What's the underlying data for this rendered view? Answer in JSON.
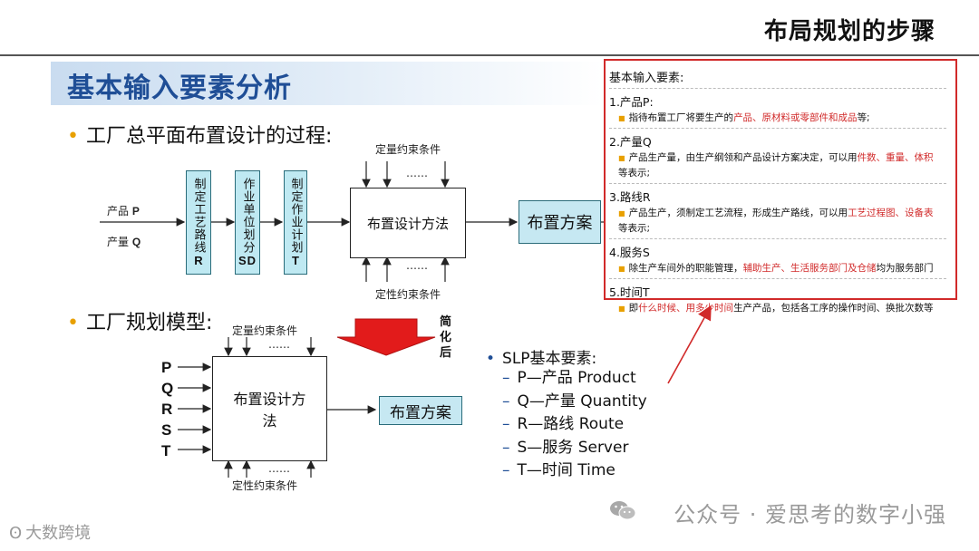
{
  "header": {
    "title": "布局规划的步骤"
  },
  "section": {
    "title": "基本输入要素分析"
  },
  "bullets": {
    "process": "工厂总平面布置设计的过程:",
    "model": "工厂规划模型:"
  },
  "process_diagram": {
    "input_product": "产品",
    "input_product_letter": "P",
    "input_quantity": "产量",
    "input_quantity_letter": "Q",
    "steps": [
      {
        "text": "制定工艺路线",
        "code": "R"
      },
      {
        "text": "作业单位划分",
        "code": "SD"
      },
      {
        "text": "制定作业计划",
        "code": "T"
      }
    ],
    "top_constraint": "定量约束条件",
    "bottom_constraint": "定性约束条件",
    "ellipsis": "……",
    "method": "布置设计方法",
    "result": "布置方案"
  },
  "model_diagram": {
    "inputs": [
      "P",
      "Q",
      "R",
      "S",
      "T"
    ],
    "top_constraint": "定量约束条件",
    "bottom_constraint": "定性约束条件",
    "ellipsis": "……",
    "method_line1": "布置设计方",
    "method_line2": "法",
    "result": "布置方案",
    "simplified_label": "简化后"
  },
  "slp": {
    "title": "SLP基本要素:",
    "items": [
      "P—产品 Product",
      "Q—产量 Quantity",
      "R—路线 Route",
      "S—服务 Server",
      "T—时间 Time"
    ]
  },
  "panel": {
    "title": "基本输入要素:",
    "sections": [
      {
        "head": "1.产品P:",
        "lines": [
          {
            "pre": "指待布置工厂将要生产的",
            "red": "产品、原材料或零部件和成品",
            "post": "等;"
          }
        ]
      },
      {
        "head": "2.产量Q",
        "lines": [
          {
            "pre": "产品生产量，由生产纲领和产品设计方案决定，可以用",
            "red": "件数、重量、体积",
            "post": ""
          },
          {
            "pre": "等表示;",
            "red": "",
            "post": ""
          }
        ]
      },
      {
        "head": "3.路线R",
        "lines": [
          {
            "pre": "产品生产，须制定工艺流程，形成生产路线，可以用",
            "red": "工艺过程图、设备表",
            "post": ""
          },
          {
            "pre": "等表示;",
            "red": "",
            "post": ""
          }
        ]
      },
      {
        "head": "4.服务S",
        "lines": [
          {
            "pre": "除生产车间外的职能管理，",
            "red": "辅助生产、生活服务部门及仓储",
            "post": "均为服务部门"
          }
        ]
      },
      {
        "head": "5.时间T",
        "lines": [
          {
            "pre": "即",
            "red": "什么时候、用多少时间",
            "post": "生产产品，包括各工序的操作时间、换批次数等"
          }
        ]
      }
    ]
  },
  "watermarks": {
    "right": "公众号 · 爱思考的数字小强",
    "left": "大数跨境"
  },
  "colors": {
    "title_blue": "#1f4e96",
    "panel_red": "#d12a2a",
    "box_fill": "#bfe9f2",
    "bullet_orange": "#e8a000"
  }
}
